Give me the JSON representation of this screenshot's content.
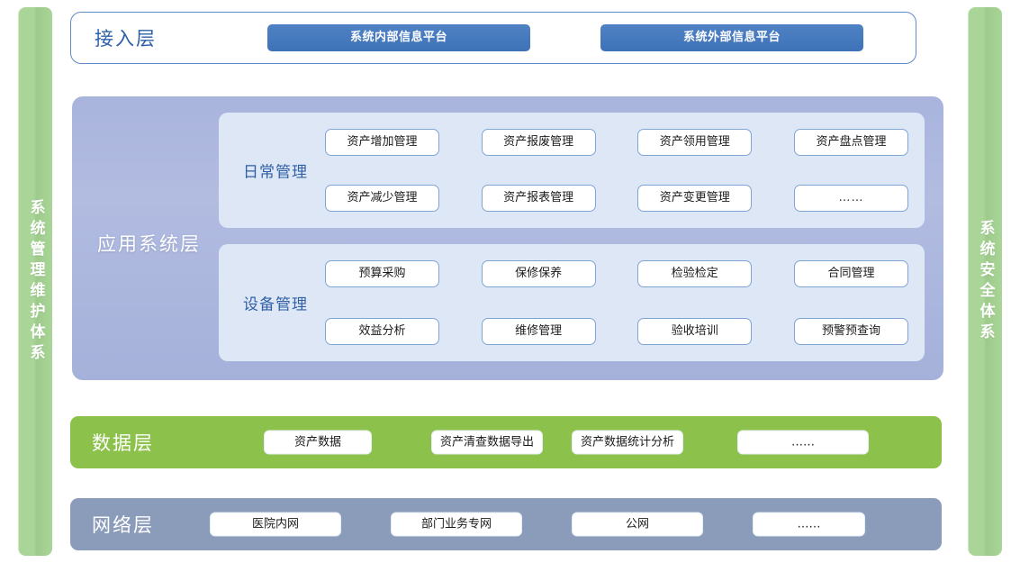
{
  "sidebars": {
    "left": {
      "label": "系统管理维护体系"
    },
    "right": {
      "label": "系统安全体系"
    }
  },
  "layers": {
    "access": {
      "title": "接入层",
      "platforms": [
        {
          "label": "系统内部信息平台"
        },
        {
          "label": "系统外部信息平台"
        }
      ]
    },
    "application": {
      "title": "应用系统层",
      "groups": [
        {
          "label": "日常管理",
          "rows": [
            [
              "资产增加管理",
              "资产报废管理",
              "资产领用管理",
              "资产盘点管理"
            ],
            [
              "资产减少管理",
              "资产报表管理",
              "资产变更管理",
              "……"
            ]
          ]
        },
        {
          "label": "设备管理",
          "rows": [
            [
              "预算采购",
              "保修保养",
              "检验检定",
              "合同管理"
            ],
            [
              "效益分析",
              "维修管理",
              "验收培训",
              "预警预查询"
            ]
          ]
        }
      ]
    },
    "data": {
      "title": "数据层",
      "items": [
        "资产数据",
        "资产清查数据导出",
        "资产数据统计分析",
        "……"
      ]
    },
    "network": {
      "title": "网络层",
      "items": [
        "医院内网",
        "部门业务专网",
        "公网",
        "……"
      ]
    }
  },
  "colors": {
    "sidebar_green": "#a9d598",
    "access_border_blue": "#5e8ac7",
    "access_title_blue": "#2c5fa8",
    "platform_blue": "#3e72b8",
    "application_periwinkle": "#a9b4dd",
    "group_panel_blue": "#dee7f6",
    "group_label_blue": "#2f5fa5",
    "item_border_blue": "#7fa5d6",
    "data_green": "#8cc24c",
    "network_slate": "#8b9cbb",
    "white": "#ffffff"
  }
}
